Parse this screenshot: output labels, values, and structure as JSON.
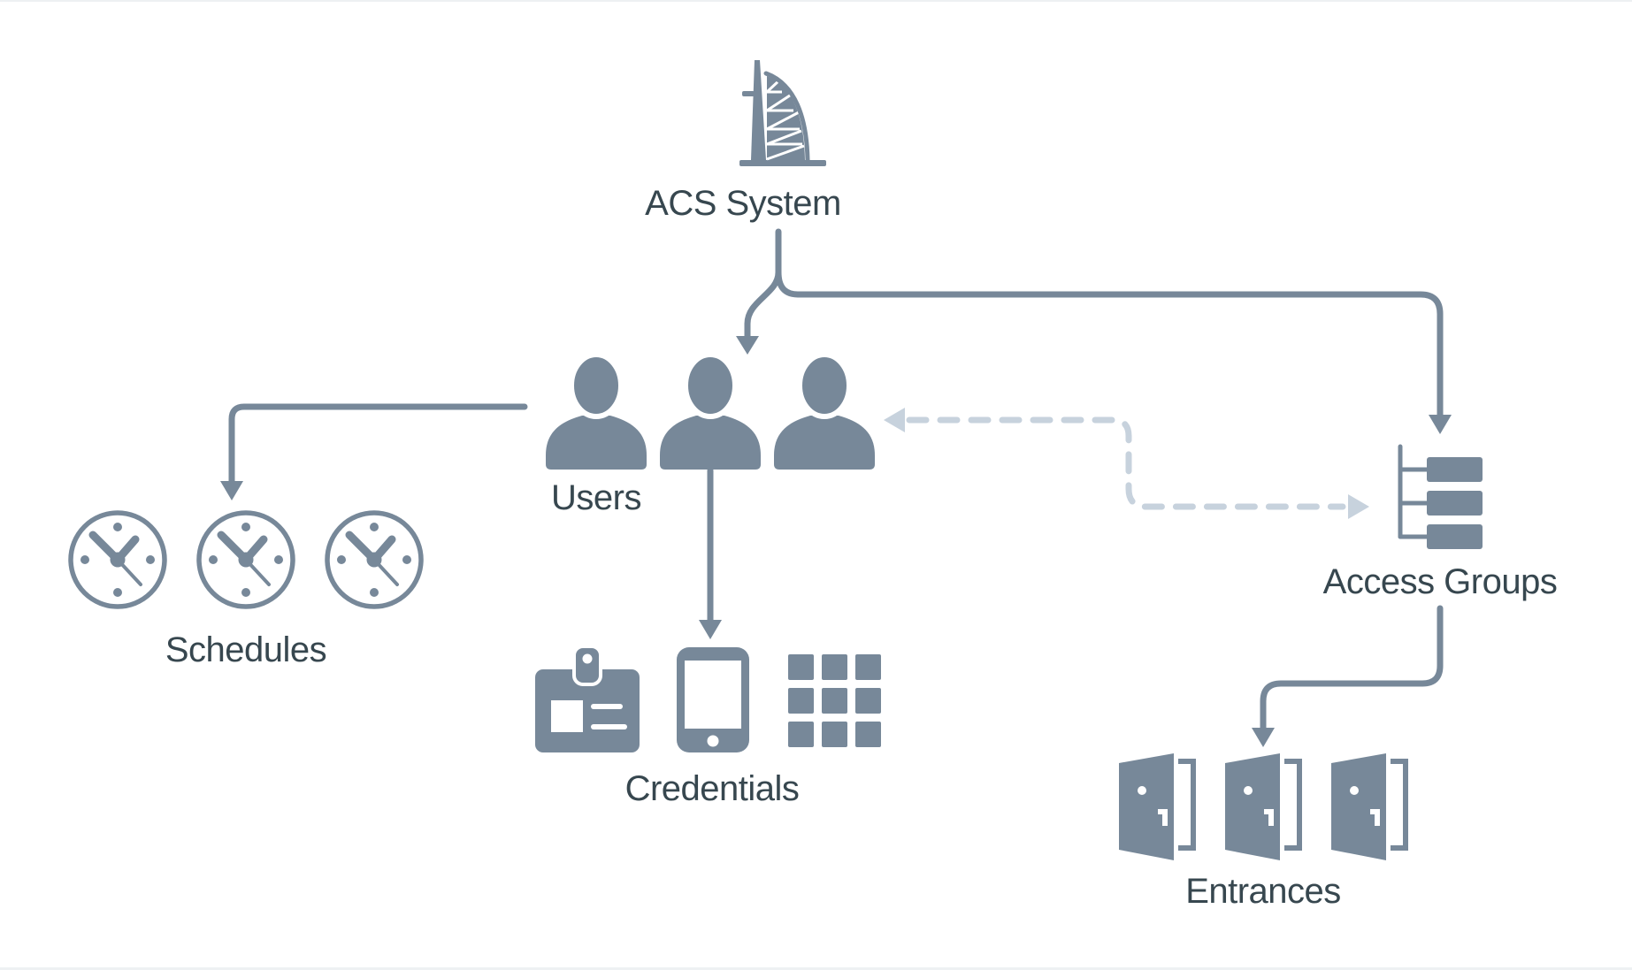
{
  "diagram": {
    "type": "access-control-system-overview",
    "nodes": [
      {
        "id": "acs-system",
        "label": "ACS System",
        "icon": "building-tower-icon",
        "icon_count": 1
      },
      {
        "id": "users",
        "label": "Users",
        "icon": "person-icon",
        "icon_count": 3
      },
      {
        "id": "schedules",
        "label": "Schedules",
        "icon": "clock-icon",
        "icon_count": 3
      },
      {
        "id": "credentials",
        "label": "Credentials",
        "icons": [
          "id-badge-icon",
          "smartphone-icon",
          "keypad-icon"
        ]
      },
      {
        "id": "access-groups",
        "label": "Access Groups",
        "icon": "hierarchy-list-icon",
        "icon_count": 1
      },
      {
        "id": "entrances",
        "label": "Entrances",
        "icon": "open-door-icon",
        "icon_count": 3
      }
    ],
    "edges": [
      {
        "from": "acs-system",
        "to": "users",
        "style": "solid",
        "arrow": "to"
      },
      {
        "from": "acs-system",
        "to": "access-groups",
        "style": "solid",
        "arrow": "to"
      },
      {
        "from": "users",
        "to": "schedules",
        "style": "solid",
        "arrow": "to"
      },
      {
        "from": "users",
        "to": "credentials",
        "style": "solid",
        "arrow": "to"
      },
      {
        "from": "access-groups",
        "to": "entrances",
        "style": "solid",
        "arrow": "to"
      },
      {
        "from": "users",
        "to": "access-groups",
        "style": "dashed",
        "arrow": "both"
      }
    ],
    "colors": {
      "icon": "#778899",
      "text": "#37474f",
      "dashed_link": "#c7d2dd",
      "background": "#ffffff"
    }
  }
}
